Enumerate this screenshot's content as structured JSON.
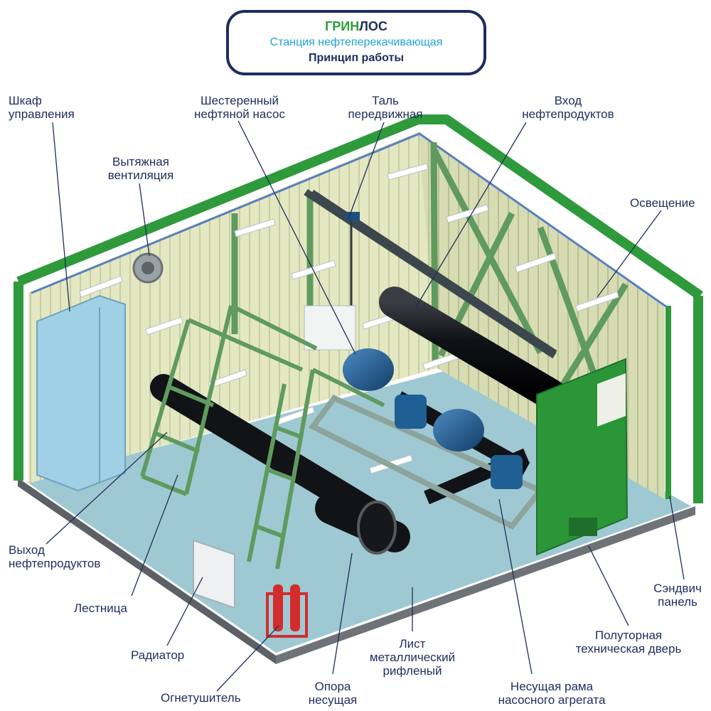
{
  "header": {
    "brand_green": "ГРИН",
    "brand_rest": "ЛОС",
    "subtitle": "Станция нефтеперекачивающая",
    "caption": "Принцип работы"
  },
  "labels": {
    "control_cabinet": [
      "Шкаф",
      "управления"
    ],
    "exhaust_ventilation": [
      "Вытяжная",
      "вентиляция"
    ],
    "gear_pump": [
      "Шестеренный",
      "нефтяной насос"
    ],
    "mobile_hoist": [
      "Таль",
      "передвижная"
    ],
    "product_inlet": [
      "Вход",
      "нефтепродуктов"
    ],
    "lighting": [
      "Освещение"
    ],
    "product_outlet": [
      "Выход",
      "нефтепродуктов"
    ],
    "ladder": [
      "Лестница"
    ],
    "radiator": [
      "Радиатор"
    ],
    "fire_extinguisher": [
      "Огнетушитель"
    ],
    "support": [
      "Опора",
      "несущая"
    ],
    "checkered_sheet": [
      "Лист",
      "металлический",
      "рифленый"
    ],
    "pump_frame": [
      "Несущая рама",
      "насосного агрегата"
    ],
    "service_door": [
      "Полуторная",
      "техническая дверь"
    ],
    "sandwich_panel": [
      "Сэндвич",
      "панель"
    ]
  },
  "colors": {
    "frame_green": "#2f9a3c",
    "steel_green": "#5f9a5e",
    "wall_cream": "#e6e9c4",
    "floor_blue": "#9fc9d2",
    "pipe_black": "#16181c",
    "motor_blue": "#1f5f94",
    "cabinet_blue": "#9fd0e6",
    "text_navy": "#1f2d5c",
    "accent_cyan": "#1fa3d8",
    "extinguisher_red": "#d32c2c"
  }
}
